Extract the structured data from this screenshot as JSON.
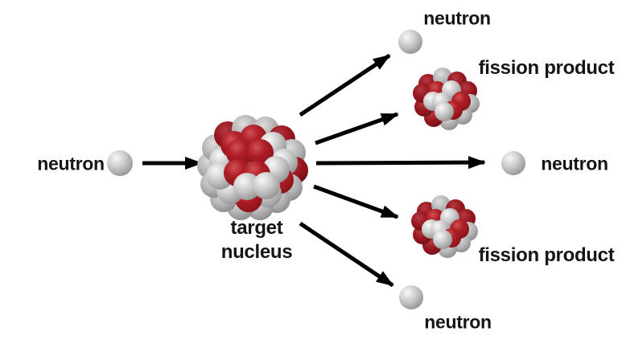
{
  "labels": {
    "incoming_neutron": "neutron",
    "target_nucleus_line1": "target",
    "target_nucleus_line2": "nucleus",
    "ejected_neutron_top": "neutron",
    "fission_product_top": "fission product",
    "ejected_neutron_middle": "neutron",
    "fission_product_bottom": "fission product",
    "ejected_neutron_bottom": "neutron"
  },
  "colors": {
    "background": "#ffffff",
    "text": "#151515",
    "arrow": "#000000",
    "neutron_sphere_gray": "#c6c6c6",
    "proton_sphere_red": "#a81a22"
  }
}
